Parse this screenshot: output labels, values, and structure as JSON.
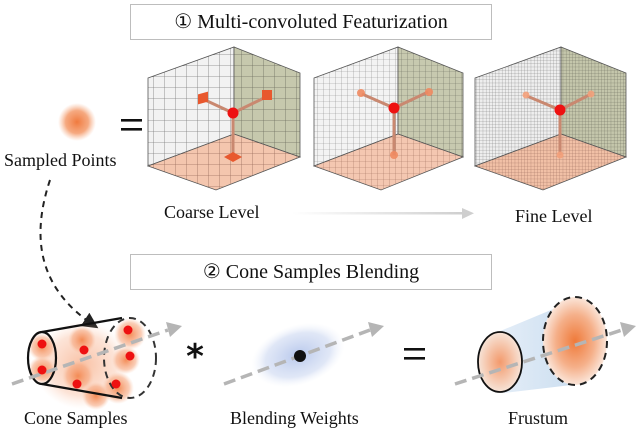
{
  "section1": {
    "title": "① Multi-convoluted Featurization"
  },
  "section2": {
    "title": "② Cone Samples Blending"
  },
  "labels": {
    "sampled_points": "Sampled Points",
    "coarse_level": "Coarse Level",
    "fine_level": "Fine Level",
    "cone_samples": "Cone Samples",
    "blending_weights": "Blending Weights",
    "frustum": "Frustum"
  },
  "symbols": {
    "equals": "=",
    "convolve": "*"
  },
  "colors": {
    "grid_face_light": "#f1f1f1",
    "grid_face_green": "#c9cbb2",
    "grid_floor": "#f3c7b2",
    "sample_orange": "#f08a52",
    "center_red": "#ee1111",
    "blend_blue": "#c8d4ee",
    "arrow_gray": "#b4b4b4"
  },
  "icons": [
    "grid-cube-icon",
    "cone-icon",
    "frustum-icon",
    "arrow-icon"
  ]
}
